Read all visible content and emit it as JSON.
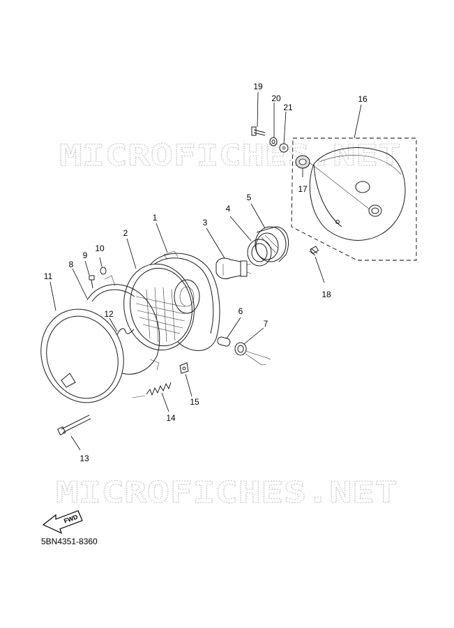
{
  "watermark": {
    "text": "MICROFICHES.NET"
  },
  "callouts": {
    "p1": "1",
    "p2": "2",
    "p3": "3",
    "p4": "4",
    "p5": "5",
    "p6": "6",
    "p7": "7",
    "p8": "8",
    "p9": "9",
    "p10": "10",
    "p11": "11",
    "p12": "12",
    "p13": "13",
    "p14": "14",
    "p15": "15",
    "p16": "16",
    "p17": "17",
    "p18": "18",
    "p19": "19",
    "p20": "20",
    "p21": "21"
  },
  "fwd_label": "FWD",
  "drawing_code": "5BN4351-8360"
}
